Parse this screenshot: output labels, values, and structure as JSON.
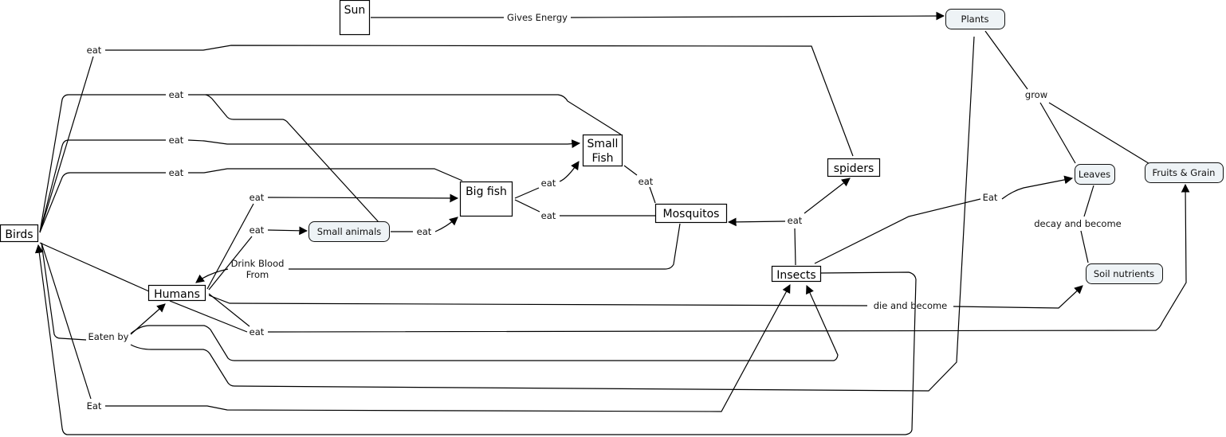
{
  "diagram": {
    "title": "Food web concept map",
    "concepts": {
      "sun": "Sun",
      "plants": "Plants",
      "birds": "Birds",
      "humans": "Humans",
      "small_animals": "Small animals",
      "big_fish": "Big fish",
      "small_fish_line1": "Small",
      "small_fish_line2": "Fish",
      "mosquitos": "Mosquitos",
      "spiders": "spiders",
      "insects": "Insects",
      "leaves": "Leaves",
      "fruits_grain": "Fruits & Grain",
      "soil_nutrients": "Soil nutrients"
    },
    "links": {
      "gives_energy": "Gives Energy",
      "birds_eat_spiders": "eat",
      "birds_eat_small_animals": "eat",
      "birds_eat_small_fish": "eat",
      "birds_eat_big_fish": "eat",
      "humans_eat_big_fish": "eat",
      "humans_eat_small_animals": "eat",
      "small_animals_eat": "eat",
      "big_fish_eat_small_fish": "eat",
      "big_fish_eat_mosquitos": "eat",
      "small_fish_eat_mosquitos": "eat",
      "spiders_eat": "eat",
      "drink_blood_line1": "Drink Blood",
      "drink_blood_line2": "From",
      "eaten_by": "Eaten by",
      "humans_eat_plants": "eat",
      "birds_eat_insects": "Eat",
      "insects_eat_leaves": "Eat",
      "grow": "grow",
      "decay": "decay and become",
      "die": "die and become"
    }
  }
}
